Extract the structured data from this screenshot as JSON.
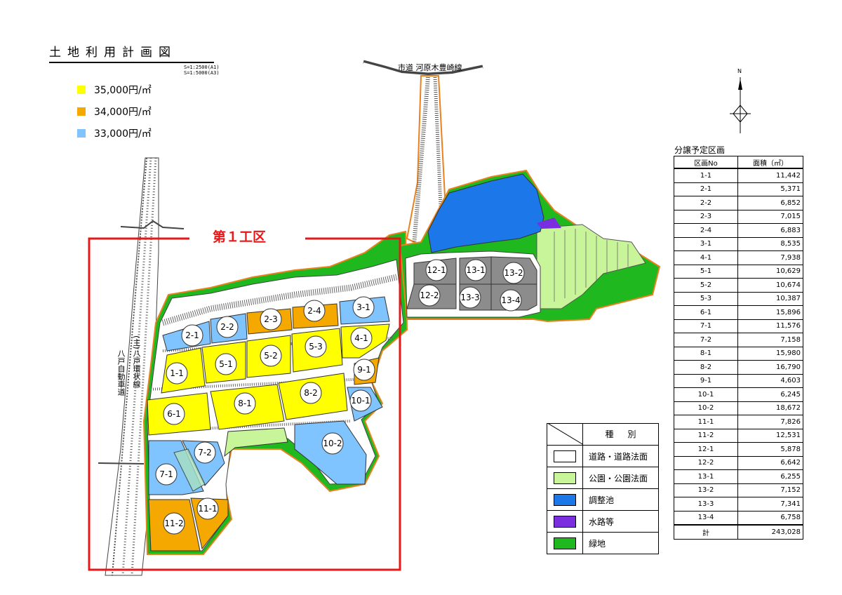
{
  "title": "土地利用計画図",
  "scale": [
    "S=1:2500(A1)",
    "S=1:5000(A3)"
  ],
  "price_legend": [
    {
      "label": "35,000円/㎡",
      "color": "#ffff00"
    },
    {
      "label": "34,000円/㎡",
      "color": "#f5a800"
    },
    {
      "label": "33,000円/㎡",
      "color": "#7fc3ff"
    }
  ],
  "map_labels": {
    "city_road": "市道 河原木豊崎線",
    "prefectural_road": "(主)八戸環状線",
    "expressway": "八戸自動車道",
    "work_area": "第１工区",
    "north": "N"
  },
  "lots": [
    "1-1",
    "2-1",
    "2-2",
    "2-3",
    "2-4",
    "3-1",
    "4-1",
    "5-1",
    "5-2",
    "5-3",
    "6-1",
    "7-1",
    "7-2",
    "8-1",
    "8-2",
    "9-1",
    "10-1",
    "10-2",
    "11-1",
    "11-2",
    "12-1",
    "12-2",
    "13-1",
    "13-2",
    "13-3",
    "13-4"
  ],
  "lot_table": {
    "title": "分譲予定区画",
    "headers": [
      "区画No",
      "面積（㎡）"
    ],
    "rows": [
      [
        "1-1",
        "11,442"
      ],
      [
        "2-1",
        "5,371"
      ],
      [
        "2-2",
        "6,852"
      ],
      [
        "2-3",
        "7,015"
      ],
      [
        "2-4",
        "6,883"
      ],
      [
        "3-1",
        "8,535"
      ],
      [
        "4-1",
        "7,938"
      ],
      [
        "5-1",
        "10,629"
      ],
      [
        "5-2",
        "10,674"
      ],
      [
        "5-3",
        "10,387"
      ],
      [
        "6-1",
        "15,896"
      ],
      [
        "7-1",
        "11,576"
      ],
      [
        "7-2",
        "7,158"
      ],
      [
        "8-1",
        "15,980"
      ],
      [
        "8-2",
        "16,790"
      ],
      [
        "9-1",
        "4,603"
      ],
      [
        "10-1",
        "6,245"
      ],
      [
        "10-2",
        "18,672"
      ],
      [
        "11-1",
        "7,826"
      ],
      [
        "11-2",
        "12,531"
      ],
      [
        "12-1",
        "5,878"
      ],
      [
        "12-2",
        "6,642"
      ],
      [
        "13-1",
        "6,255"
      ],
      [
        "13-2",
        "7,152"
      ],
      [
        "13-3",
        "7,341"
      ],
      [
        "13-4",
        "6,758"
      ]
    ],
    "total_label": "計",
    "total_value": "243,028"
  },
  "type_legend": {
    "header": "種別",
    "items": [
      {
        "label": "道路・道路法面",
        "color": "#ffffff"
      },
      {
        "label": "公園・公園法面",
        "color": "#c9f59a"
      },
      {
        "label": "調整池",
        "color": "#1c78e8"
      },
      {
        "label": "水路等",
        "color": "#7b2de0"
      },
      {
        "label": "緑地",
        "color": "#1fb81f"
      }
    ]
  },
  "colors": {
    "yellow": "#ffff00",
    "orange": "#f5a800",
    "lightblue": "#7fc3ff",
    "gray": "#8c8c8c",
    "green": "#1fb81f",
    "parkgreen": "#c9f59a",
    "pond": "#1c78e8",
    "channel": "#7b2de0",
    "boundary": "#e8821e",
    "red": "#e81818"
  }
}
